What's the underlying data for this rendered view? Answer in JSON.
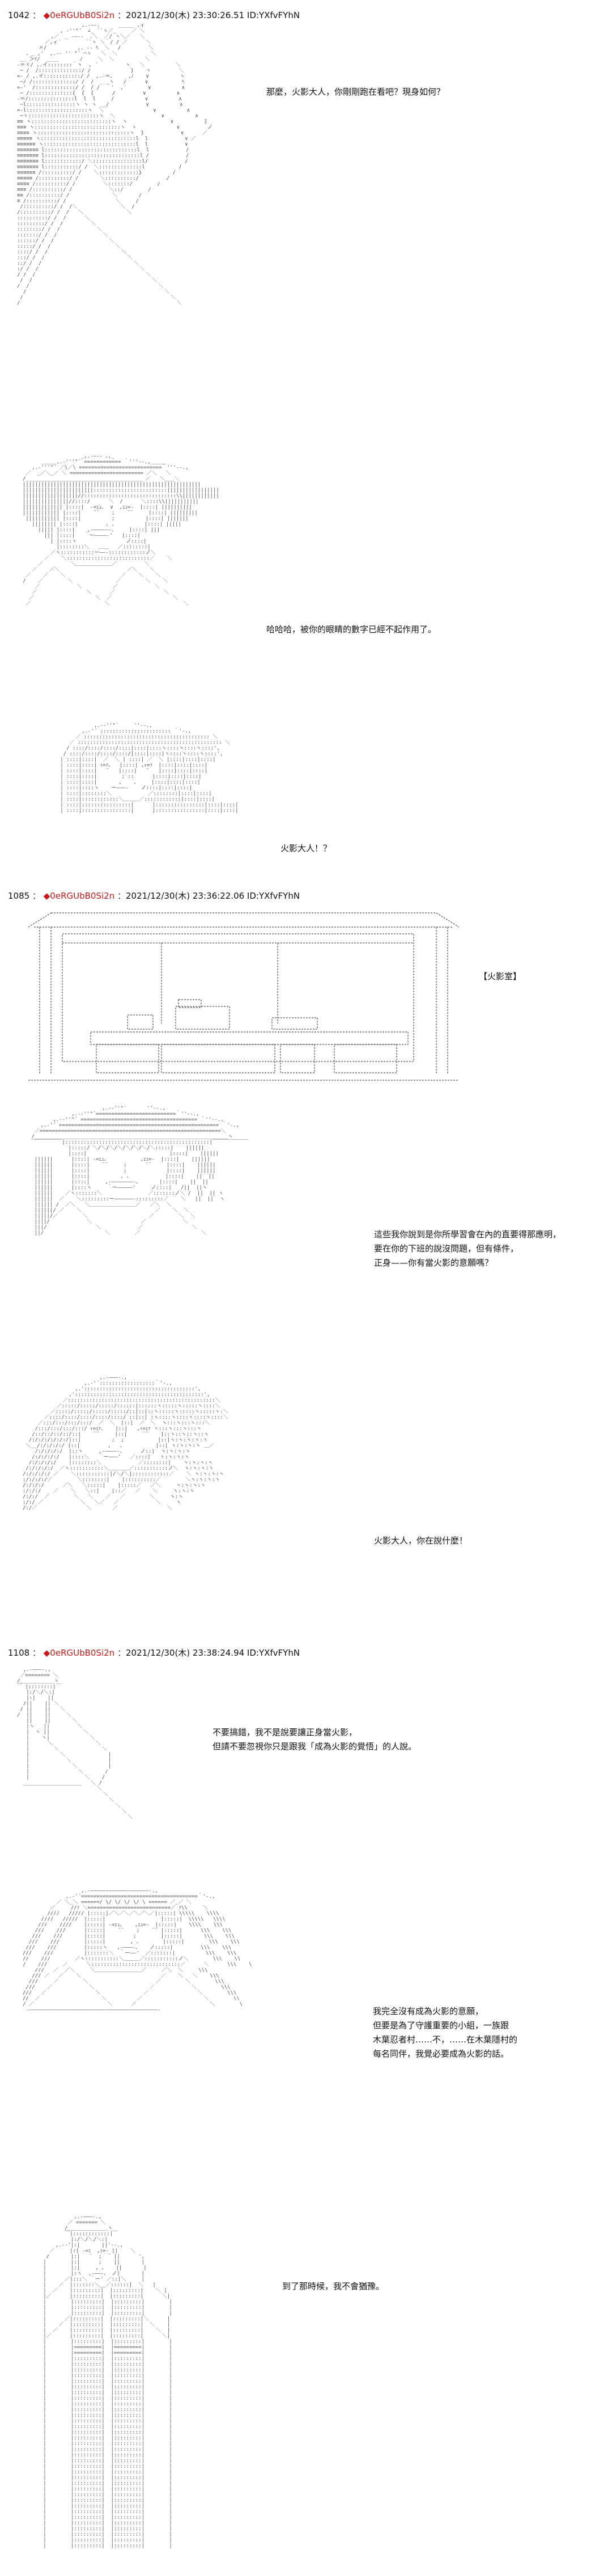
{
  "posts": [
    {
      "number": "1042",
      "name_mark": "◆",
      "trip": "0eRGUbB0Si2n",
      "date": "2021/12/30(木) 23:30:26.51 ID:YXfvFYhN",
      "panels": [
        {
          "lines": [
            "那麼，火影大人，你剛剛跑在看吧？現身如何？"
          ]
        },
        {
          "lines": [
            "哈哈哈，被你的眼睛的數字已經不起作用了。"
          ]
        },
        {
          "lines": [
            "火影大人！？"
          ]
        }
      ]
    },
    {
      "number": "1085",
      "name_mark": "◆",
      "trip": "0eRGUbB0Si2n",
      "date": "2021/12/30(木) 23:36:22.06 ID:YXfvFYhN",
      "panels": [
        {
          "lines": [
            "【火影室】"
          ]
        },
        {
          "lines": [
            "這些我你說到是你所學習會在內的直要得那應明，",
            "要在你的下班的說沒問題，但有條件，",
            "正身——你有當火影的意願嗎？"
          ]
        },
        {
          "lines": [
            "火影大人，你在說什麼！"
          ]
        }
      ]
    },
    {
      "number": "1108",
      "name_mark": "◆",
      "trip": "0eRGUbB0Si2n",
      "date": "2021/12/30(木) 23:38:24.94 ID:YXfvFYhN",
      "panels": [
        {
          "lines": [
            "不要搞錯，我不是說要讓正身當火影，",
            "但請不要忽視你只是跟我「成為火影的覺悟」的人說。"
          ]
        },
        {
          "lines": [
            "我完全沒有成為火影的意願，",
            "但要是為了守護重要的小組，一族跟",
            "木葉忍者村……不，……在木葉隱村的",
            "每名同伴，我覺必要成為火影的話。"
          ]
        },
        {
          "lines": [
            "到了那時候，我不會猶豫。"
          ]
        }
      ]
    }
  ]
}
